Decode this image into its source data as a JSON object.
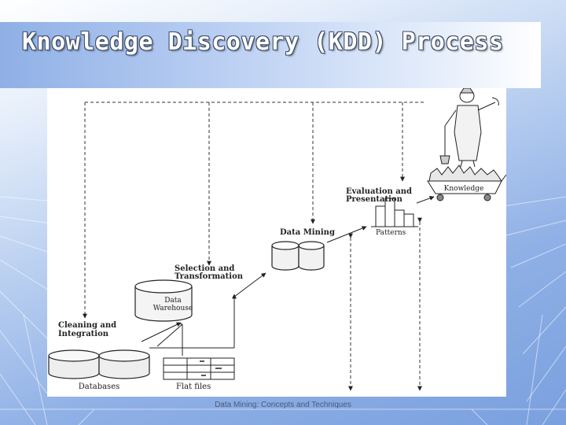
{
  "slide": {
    "title": "Knowledge Discovery (KDD) Process",
    "footer": "Data Mining: Concepts and Techniques"
  },
  "diagram": {
    "sources": {
      "databases": "Databases",
      "flat_files": "Flat files"
    },
    "steps": {
      "cleaning_line1": "Cleaning and",
      "cleaning_line2": "Integration",
      "warehouse_line1": "Data",
      "warehouse_line2": "Warehouse",
      "selection_line1": "Selection and",
      "selection_line2": "Transformation",
      "mining": "Data Mining",
      "patterns": "Patterns",
      "evaluation_line1": "Evaluation and",
      "evaluation_line2": "Presentation",
      "knowledge": "Knowledge"
    }
  },
  "colors": {
    "accent": "#7aa0de",
    "ink": "#222222"
  }
}
